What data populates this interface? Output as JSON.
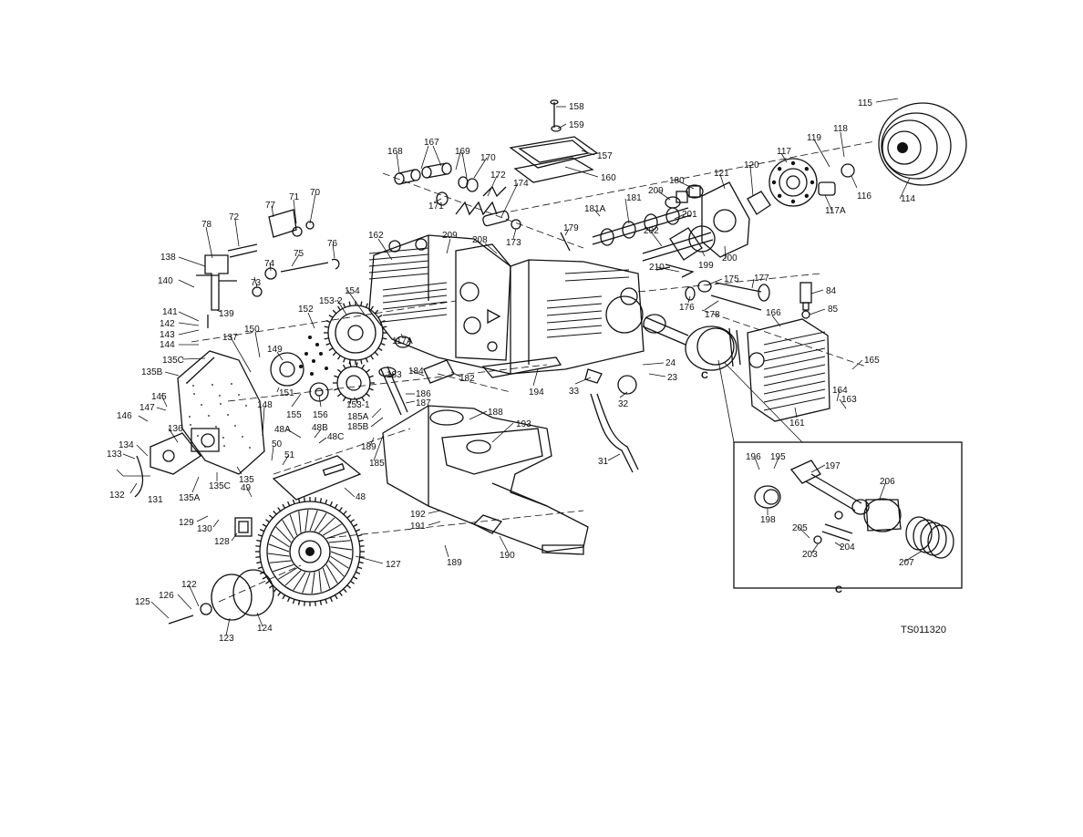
{
  "figure_code": "TS011320",
  "detail_label": "C",
  "callouts": {
    "p158": "158",
    "p159": "159",
    "p157": "157",
    "p160": "160",
    "p115": "115",
    "p118": "118",
    "p119": "119",
    "p117": "117",
    "p120": "120",
    "p121": "121",
    "p116": "116",
    "p117A": "117A",
    "p114": "114",
    "p168": "168",
    "p167": "167",
    "p169": "169",
    "p170": "170",
    "p172": "172",
    "p174": "174",
    "p171": "171",
    "p173": "173",
    "p180": "180",
    "p209a": "209",
    "p181": "181",
    "p181A": "181A",
    "p179": "179",
    "p201": "201",
    "p202": "202",
    "p199": "199",
    "p200": "200",
    "p210": "210",
    "p175": "175",
    "p177": "177",
    "p176": "176",
    "p178": "178",
    "p84": "84",
    "p85": "85",
    "p166": "166",
    "p165": "165",
    "p164": "164",
    "p163": "163",
    "p161": "161",
    "p78": "78",
    "p72": "72",
    "p77": "77",
    "p71": "71",
    "p70": "70",
    "p76": "76",
    "p75": "75",
    "p74": "74",
    "p73": "73",
    "p138": "138",
    "p140": "140",
    "p139": "139",
    "p162": "162",
    "p209b": "209",
    "p208": "208",
    "p154": "154",
    "p153_2": "153-2",
    "p152": "152",
    "p150": "150",
    "p149": "149",
    "p141": "141",
    "p142": "142",
    "p143": "143",
    "p144": "144",
    "p137": "137",
    "p135C_top": "135C",
    "p135B": "135B",
    "p145": "145",
    "p147": "147",
    "p146": "146",
    "p136": "136",
    "p134": "134",
    "p133": "133",
    "p132": "132",
    "p131": "131",
    "p135A": "135A",
    "p135C_bot": "135C",
    "p135": "135",
    "p148": "148",
    "p151": "151",
    "p155": "155",
    "p156": "156",
    "p153_1": "153-1",
    "p117A_mid": "117A",
    "p183": "183",
    "p184": "184",
    "p182": "182",
    "p186": "186",
    "p187": "187",
    "p185A": "185A",
    "p185B": "185B",
    "p188": "188",
    "p193": "193",
    "p189a": "189",
    "p185": "185",
    "p194": "194",
    "p24": "24",
    "p23": "23",
    "p33": "33",
    "p32": "32",
    "p31": "31",
    "p48A": "48A",
    "p48B": "48B",
    "p48C": "48C",
    "p50": "50",
    "p51": "51",
    "p49": "49",
    "p48": "48",
    "p129": "129",
    "p130": "130",
    "p128": "128",
    "p127": "127",
    "p122": "122",
    "p126": "126",
    "p125": "125",
    "p123": "123",
    "p124": "124",
    "p192": "192",
    "p191": "191",
    "p189b": "189",
    "p190": "190",
    "p196": "196",
    "p195": "195",
    "p197": "197",
    "p206": "206",
    "p198": "198",
    "p205": "205",
    "p203": "203",
    "p204": "204",
    "p207": "207"
  }
}
